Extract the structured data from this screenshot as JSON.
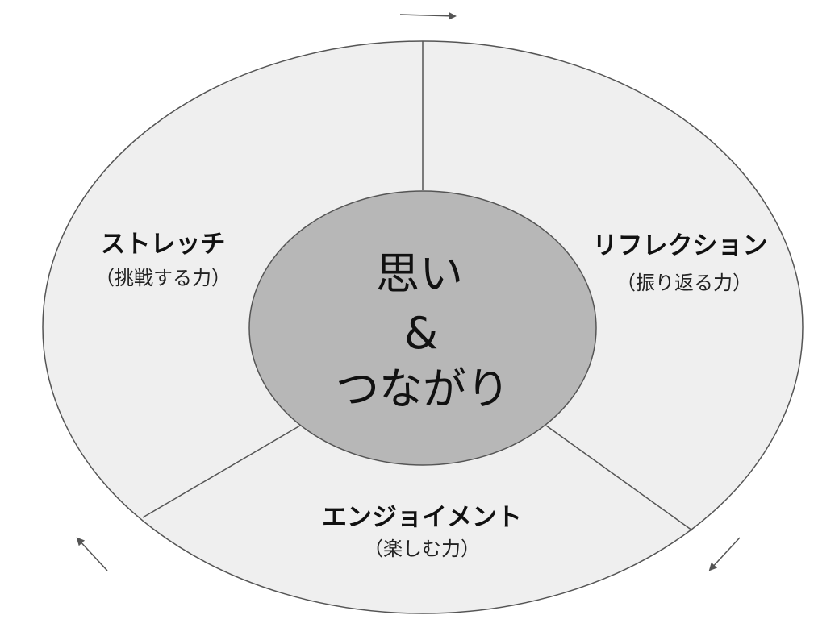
{
  "core": {
    "line1": "思い",
    "line2": "&",
    "line3": "つながり"
  },
  "segments": [
    {
      "id": "stretch",
      "title": "ストレッチ",
      "subtitle": "（挑戦する力）"
    },
    {
      "id": "reflection",
      "title": "リフレクション",
      "subtitle": "（振り返る力）"
    },
    {
      "id": "enjoyment",
      "title": "エンジョイメント",
      "subtitle": "（楽しむ力）"
    }
  ],
  "cycle_direction": "clockwise",
  "colors": {
    "outer_fill": "#efefef",
    "core_fill": "#b7b7b7",
    "stroke": "#555555",
    "arrow": "#555555"
  }
}
